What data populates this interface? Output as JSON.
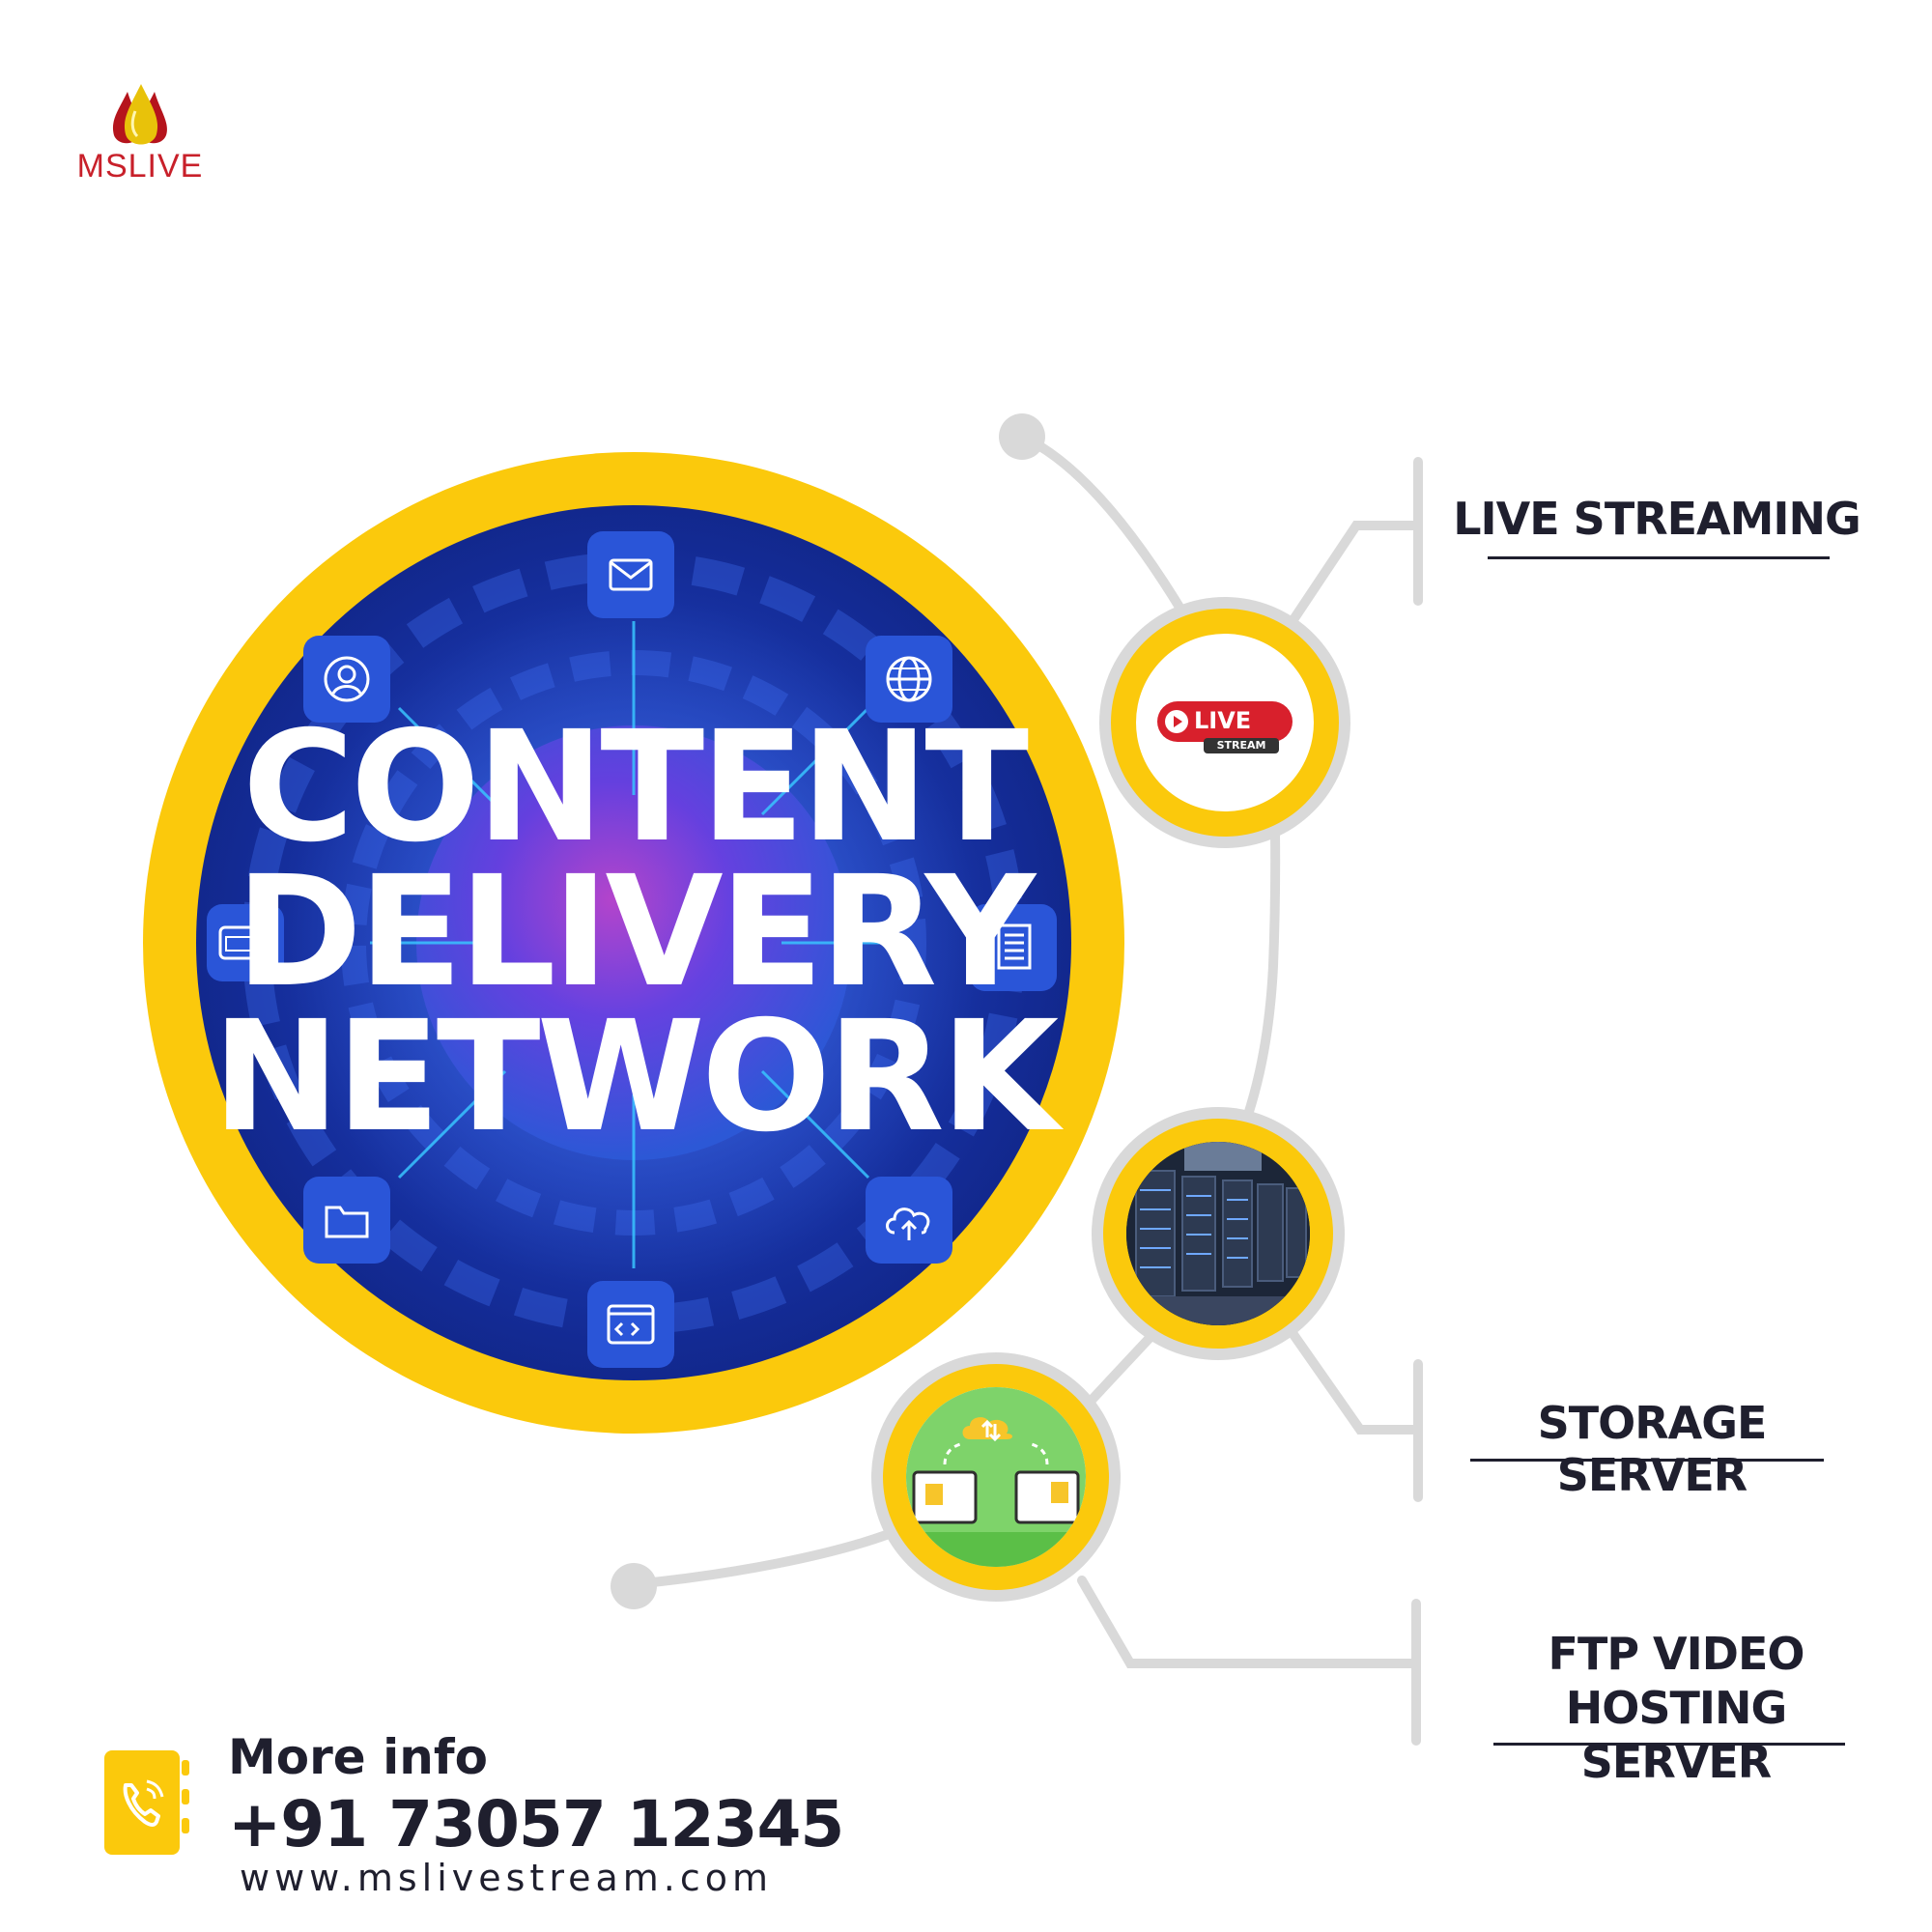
{
  "brand": {
    "name": "MSLIVE"
  },
  "hero": {
    "line1": "CONTENT",
    "line2": "DELIVERY",
    "line3": "NETWORK"
  },
  "features": [
    {
      "label": "LIVE STREAMING"
    },
    {
      "label": "STORAGE SERVER"
    },
    {
      "label_line1": "FTP VIDEO HOSTING",
      "label_line2": "SERVER"
    }
  ],
  "badge": {
    "live": "LIVE",
    "stream": "STREAM"
  },
  "contact": {
    "label": "More info",
    "phone": "+91 73057 12345",
    "website": "www.mslivestream.com"
  },
  "colors": {
    "accent": "#fbc90c",
    "navy": "#132a93",
    "text": "#1f1f2e",
    "connector": "#d9d9d9",
    "brand_red": "#c8202a"
  },
  "icons": [
    "envelope-icon",
    "user-icon",
    "globe-icon",
    "rar-icon",
    "document-icon",
    "folder-icon",
    "cloud-upload-icon",
    "code-icon",
    "phone-book-icon"
  ]
}
